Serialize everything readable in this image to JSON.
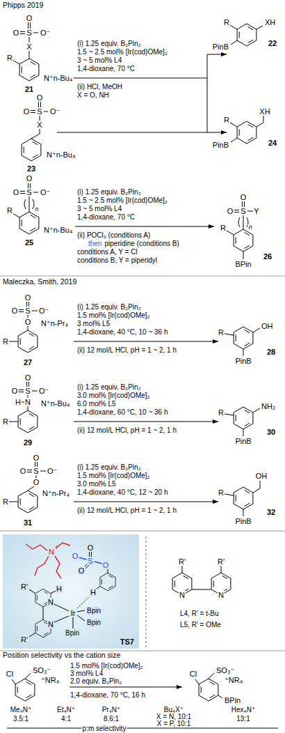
{
  "diagram": {
    "nodes": [
      {
        "text": [
          "TS7"
        ]
      }
    ],
    "labels": [
      "Phipps 2019",
      "R",
      "X",
      "S",
      "O",
      "O",
      "O⁻",
      "N⁺n-Bu₄",
      "21",
      "(i) 1.25 equiv. B₂Pin₂",
      "1.5 ~ 2.5 mol% [Ir(cod)OMe]₂",
      "3 ~ 5 mol% L4",
      "1,4-dioxane, 70 °C",
      "(ii) HCl, MeOH",
      "X = O, NH",
      "R",
      "XH",
      "PinB",
      "22",
      "X",
      "S",
      "O",
      "O",
      "O⁻",
      "N⁺n-Bu₄",
      "23",
      "R",
      "XH",
      "PinB",
      "24",
      "R",
      "S",
      "O",
      "O",
      "O⁻",
      "n",
      "N⁺n-Bu₄",
      "25",
      "(i) 1.25 equiv. B₂Pin₂",
      "1.5 ~ 2.5 mol% [Ir(cod)OMe]₂",
      "3 ~ 5 mol% L4",
      "1,4-dioxane, 70 °C",
      "(ii) POCl₃ (conditions A)",
      "then",
      "piperidine (conditions B)",
      "conditions A, Y = Cl",
      "conditions B, Y = piperidyl",
      "O",
      "O",
      "S",
      "Y",
      "n",
      "R",
      "BPin",
      "26",
      "Maleczka, Smith, 2019",
      "O",
      "S",
      "O",
      "O⁻",
      "O",
      "R",
      "N⁺n-Pr₄",
      "27",
      "(i) 1.25 equiv. B₂Pin₂",
      "1.5 mol% [Ir(cod)OMe]₂",
      "3 mol% L5",
      "1,4-dioxane, 40 °C, 10 ~ 36 h",
      "(ii) 12 mol/L HCl, pH = 1 ~ 2, 1 h",
      "R",
      "OH",
      "PinB",
      "28",
      "H",
      "N",
      "S",
      "O",
      "O",
      "O⁻",
      "R",
      "N⁺n-Bu₄",
      "29",
      "(i) 1.25 equiv. B₂Pin₂",
      "3.0 mol% [Ir(cod)OMe]₂",
      "6.0 mol% L5",
      "1,4-dioxane, 60 °C, 10 ~ 36 h",
      "(ii) 12 mol/L HCl, pH = 1 ~ 2, 1 h",
      "R",
      "NH₂",
      "PinB",
      "30",
      "O",
      "S",
      "O",
      "O⁻",
      "O",
      "R",
      "N⁺n-Pr₄",
      "31",
      "(i) 1.25 equiv. B₂Pin₂",
      "1.5 mol% [Ir(cod)OMe]₂",
      "3.0 mol% L5",
      "1,4-dioxane, 40 °C, 12 ~ 20 h",
      "(ii) 12 mol/L HCl, pH = 1 ~ 2, 1 h",
      "R",
      "OH",
      "PinB",
      "32",
      "N",
      "+",
      "O",
      "S",
      "O",
      "O",
      "O",
      "H",
      "H",
      "R'",
      "N",
      "N",
      "Ir",
      "Bpin",
      "Bpin",
      "Bpin",
      "R'",
      "R'",
      "R'",
      "N",
      "N",
      "L4, R' = t-Bu",
      "L5, R' = OMe",
      "Position selectivity vs the cation size",
      "Cl",
      "SO₃⁻",
      "⁺NR₄",
      "1.5 mol% [Ir(cod)OMe]₂",
      "3 mol% L4",
      "2.0 equiv. B₂Pin₂",
      "1,4-dioxane, 70 °C, 16 h",
      "Cl",
      "SO₃⁻",
      "⁺NR₄",
      "BPin",
      "Me₄N⁺",
      "Et₄N⁺",
      "Pr₄N⁺",
      "Bu₄X⁺",
      "Hex₄N⁺",
      "3.5:1",
      "4:1",
      "8.6:1",
      "X = N, 10:1",
      "X = P, 10:1",
      "13:1",
      "p:m selectivity"
    ]
  }
}
